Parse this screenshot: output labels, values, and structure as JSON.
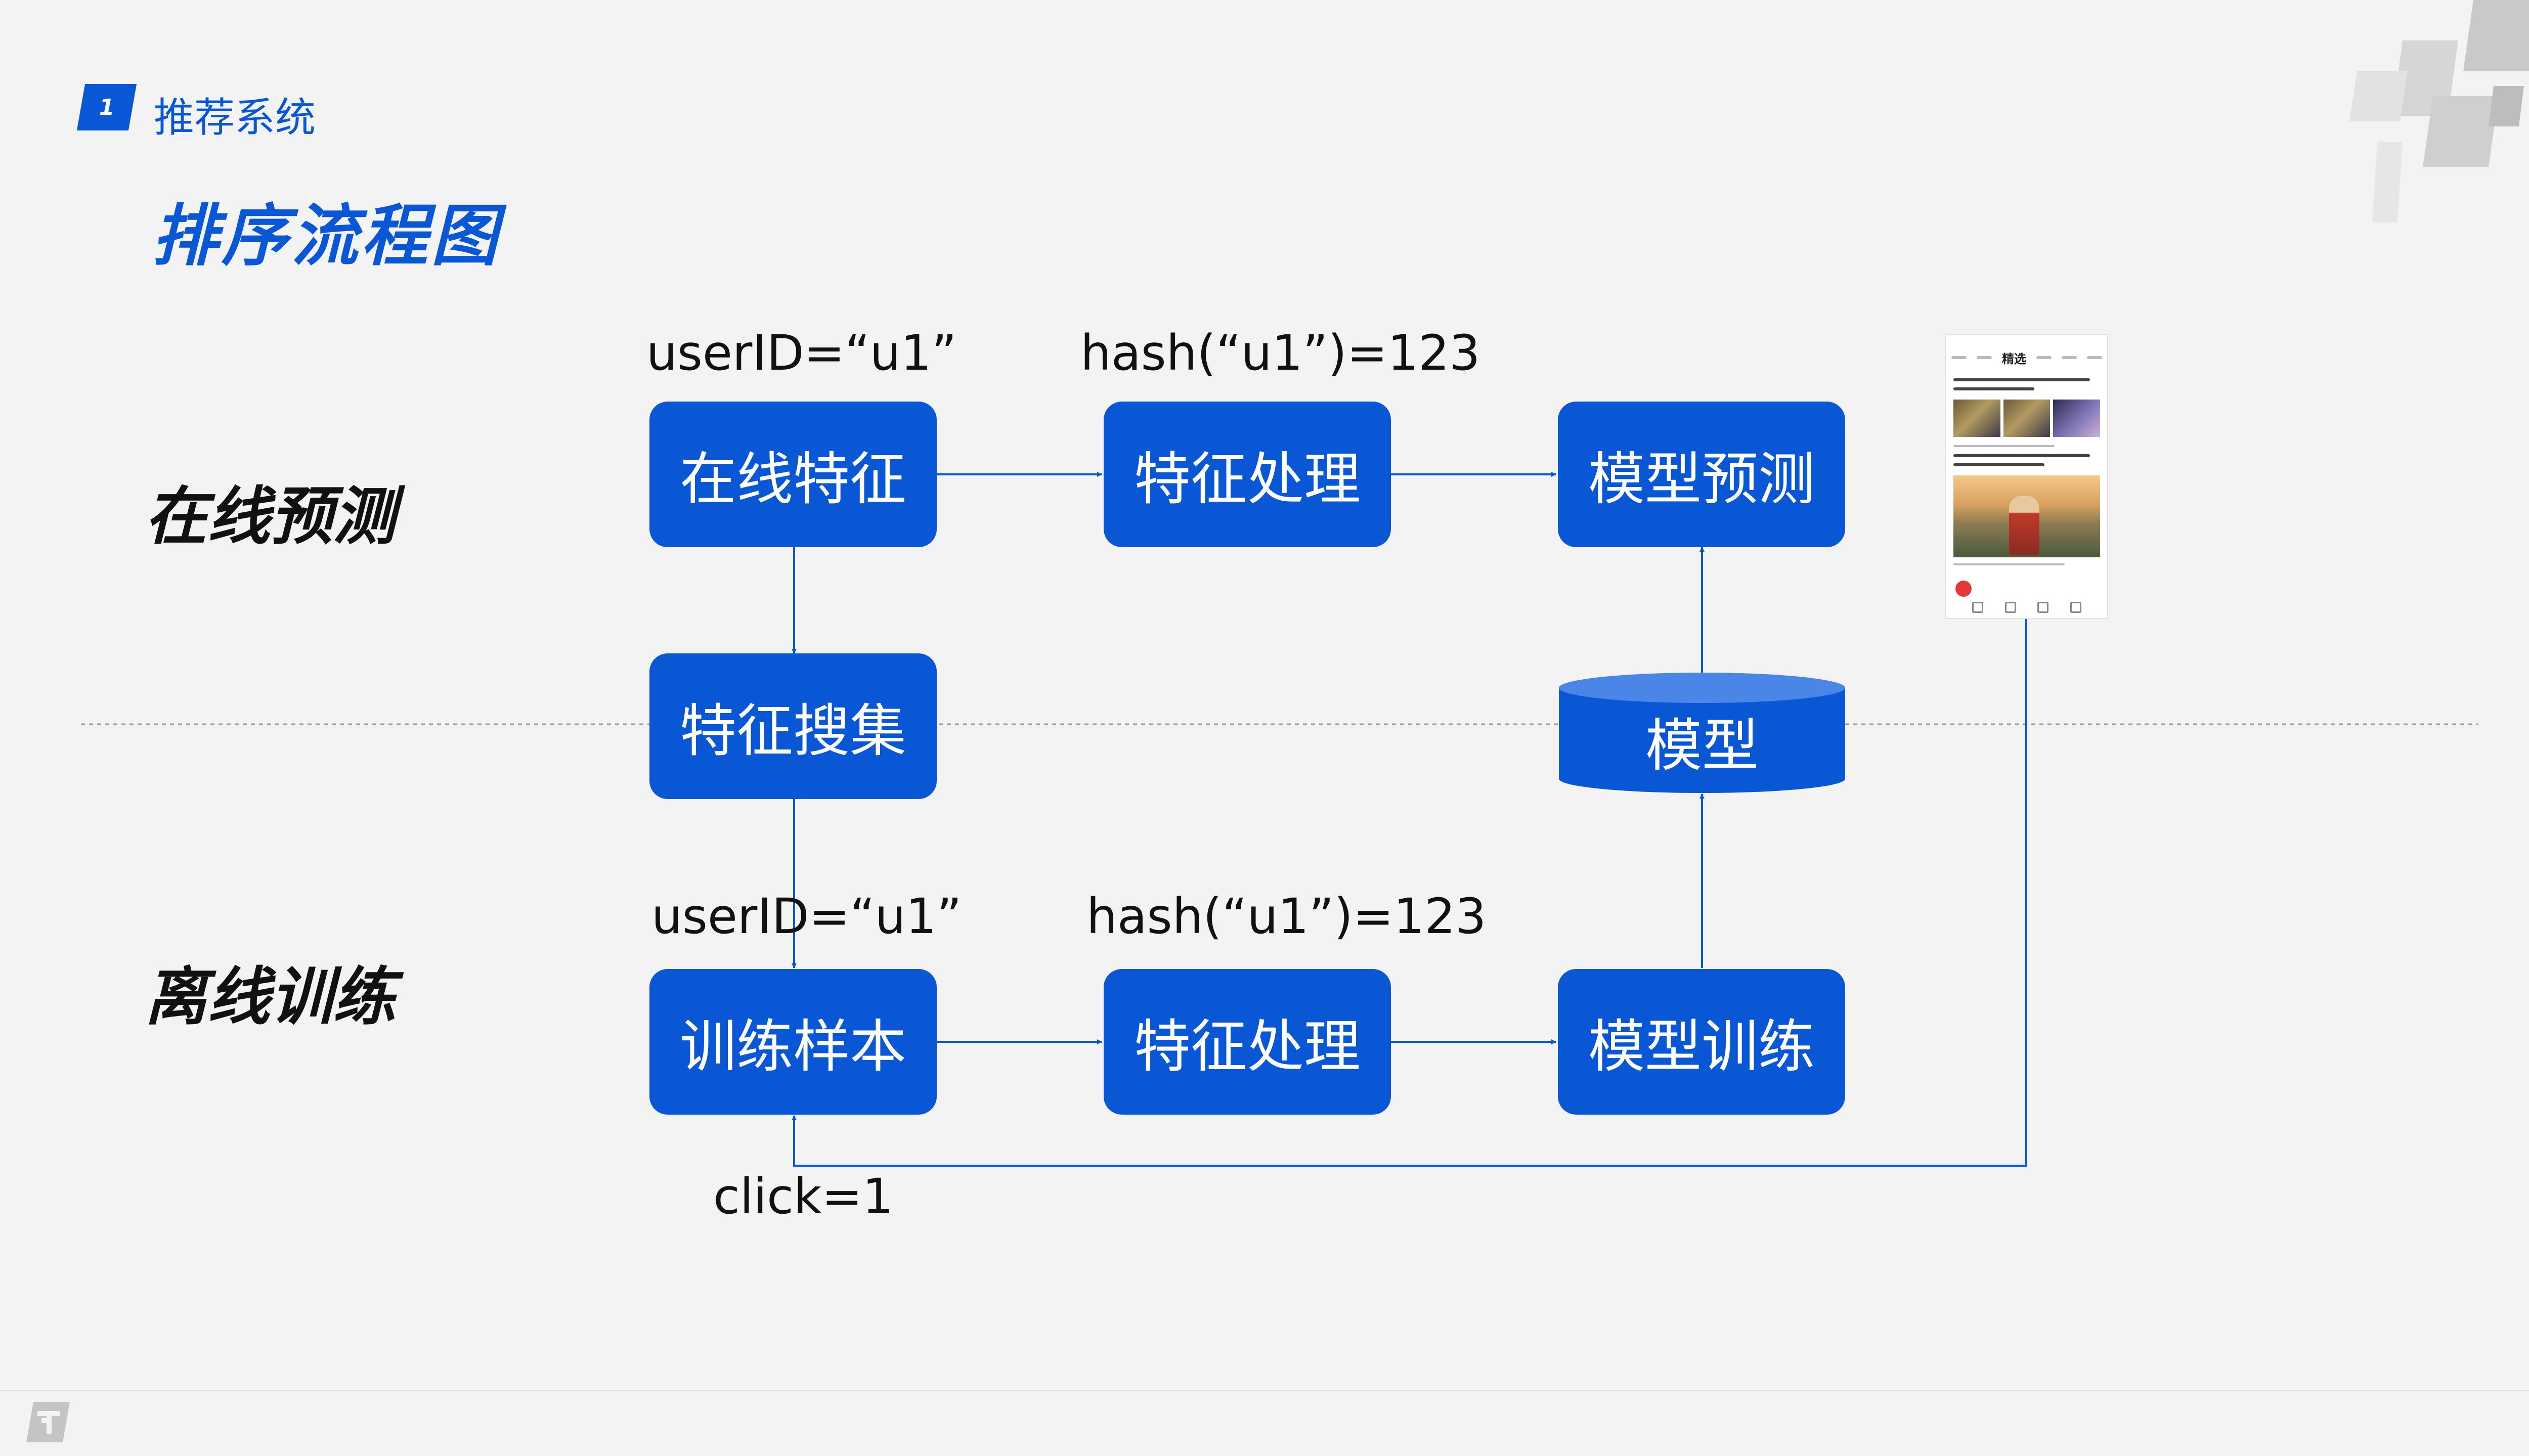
{
  "header": {
    "section_number": "1",
    "section_title": "推荐系统",
    "page_title": "排序流程图"
  },
  "rows": {
    "online": "在线预测",
    "offline": "离线训练"
  },
  "boxes": {
    "online_features": "在线特征",
    "online_processing": "特征处理",
    "model_prediction": "模型预测",
    "feature_collection": "特征搜集",
    "model_store": "模型",
    "training_samples": "训练样本",
    "offline_processing": "特征处理",
    "model_training": "模型训练"
  },
  "annotations": {
    "online_userid": "userID=“u1”",
    "online_hash": "hash(“u1”)=123",
    "offline_userid": "userID=“u1”",
    "offline_hash": "hash(“u1”)=123",
    "click": "click=1"
  },
  "phone": {
    "active_tab": "精选"
  },
  "colors": {
    "accent": "#0a57d6",
    "background": "#f3f3f3",
    "arrow": "#0a57d6",
    "divider": "#9a9a9a"
  }
}
